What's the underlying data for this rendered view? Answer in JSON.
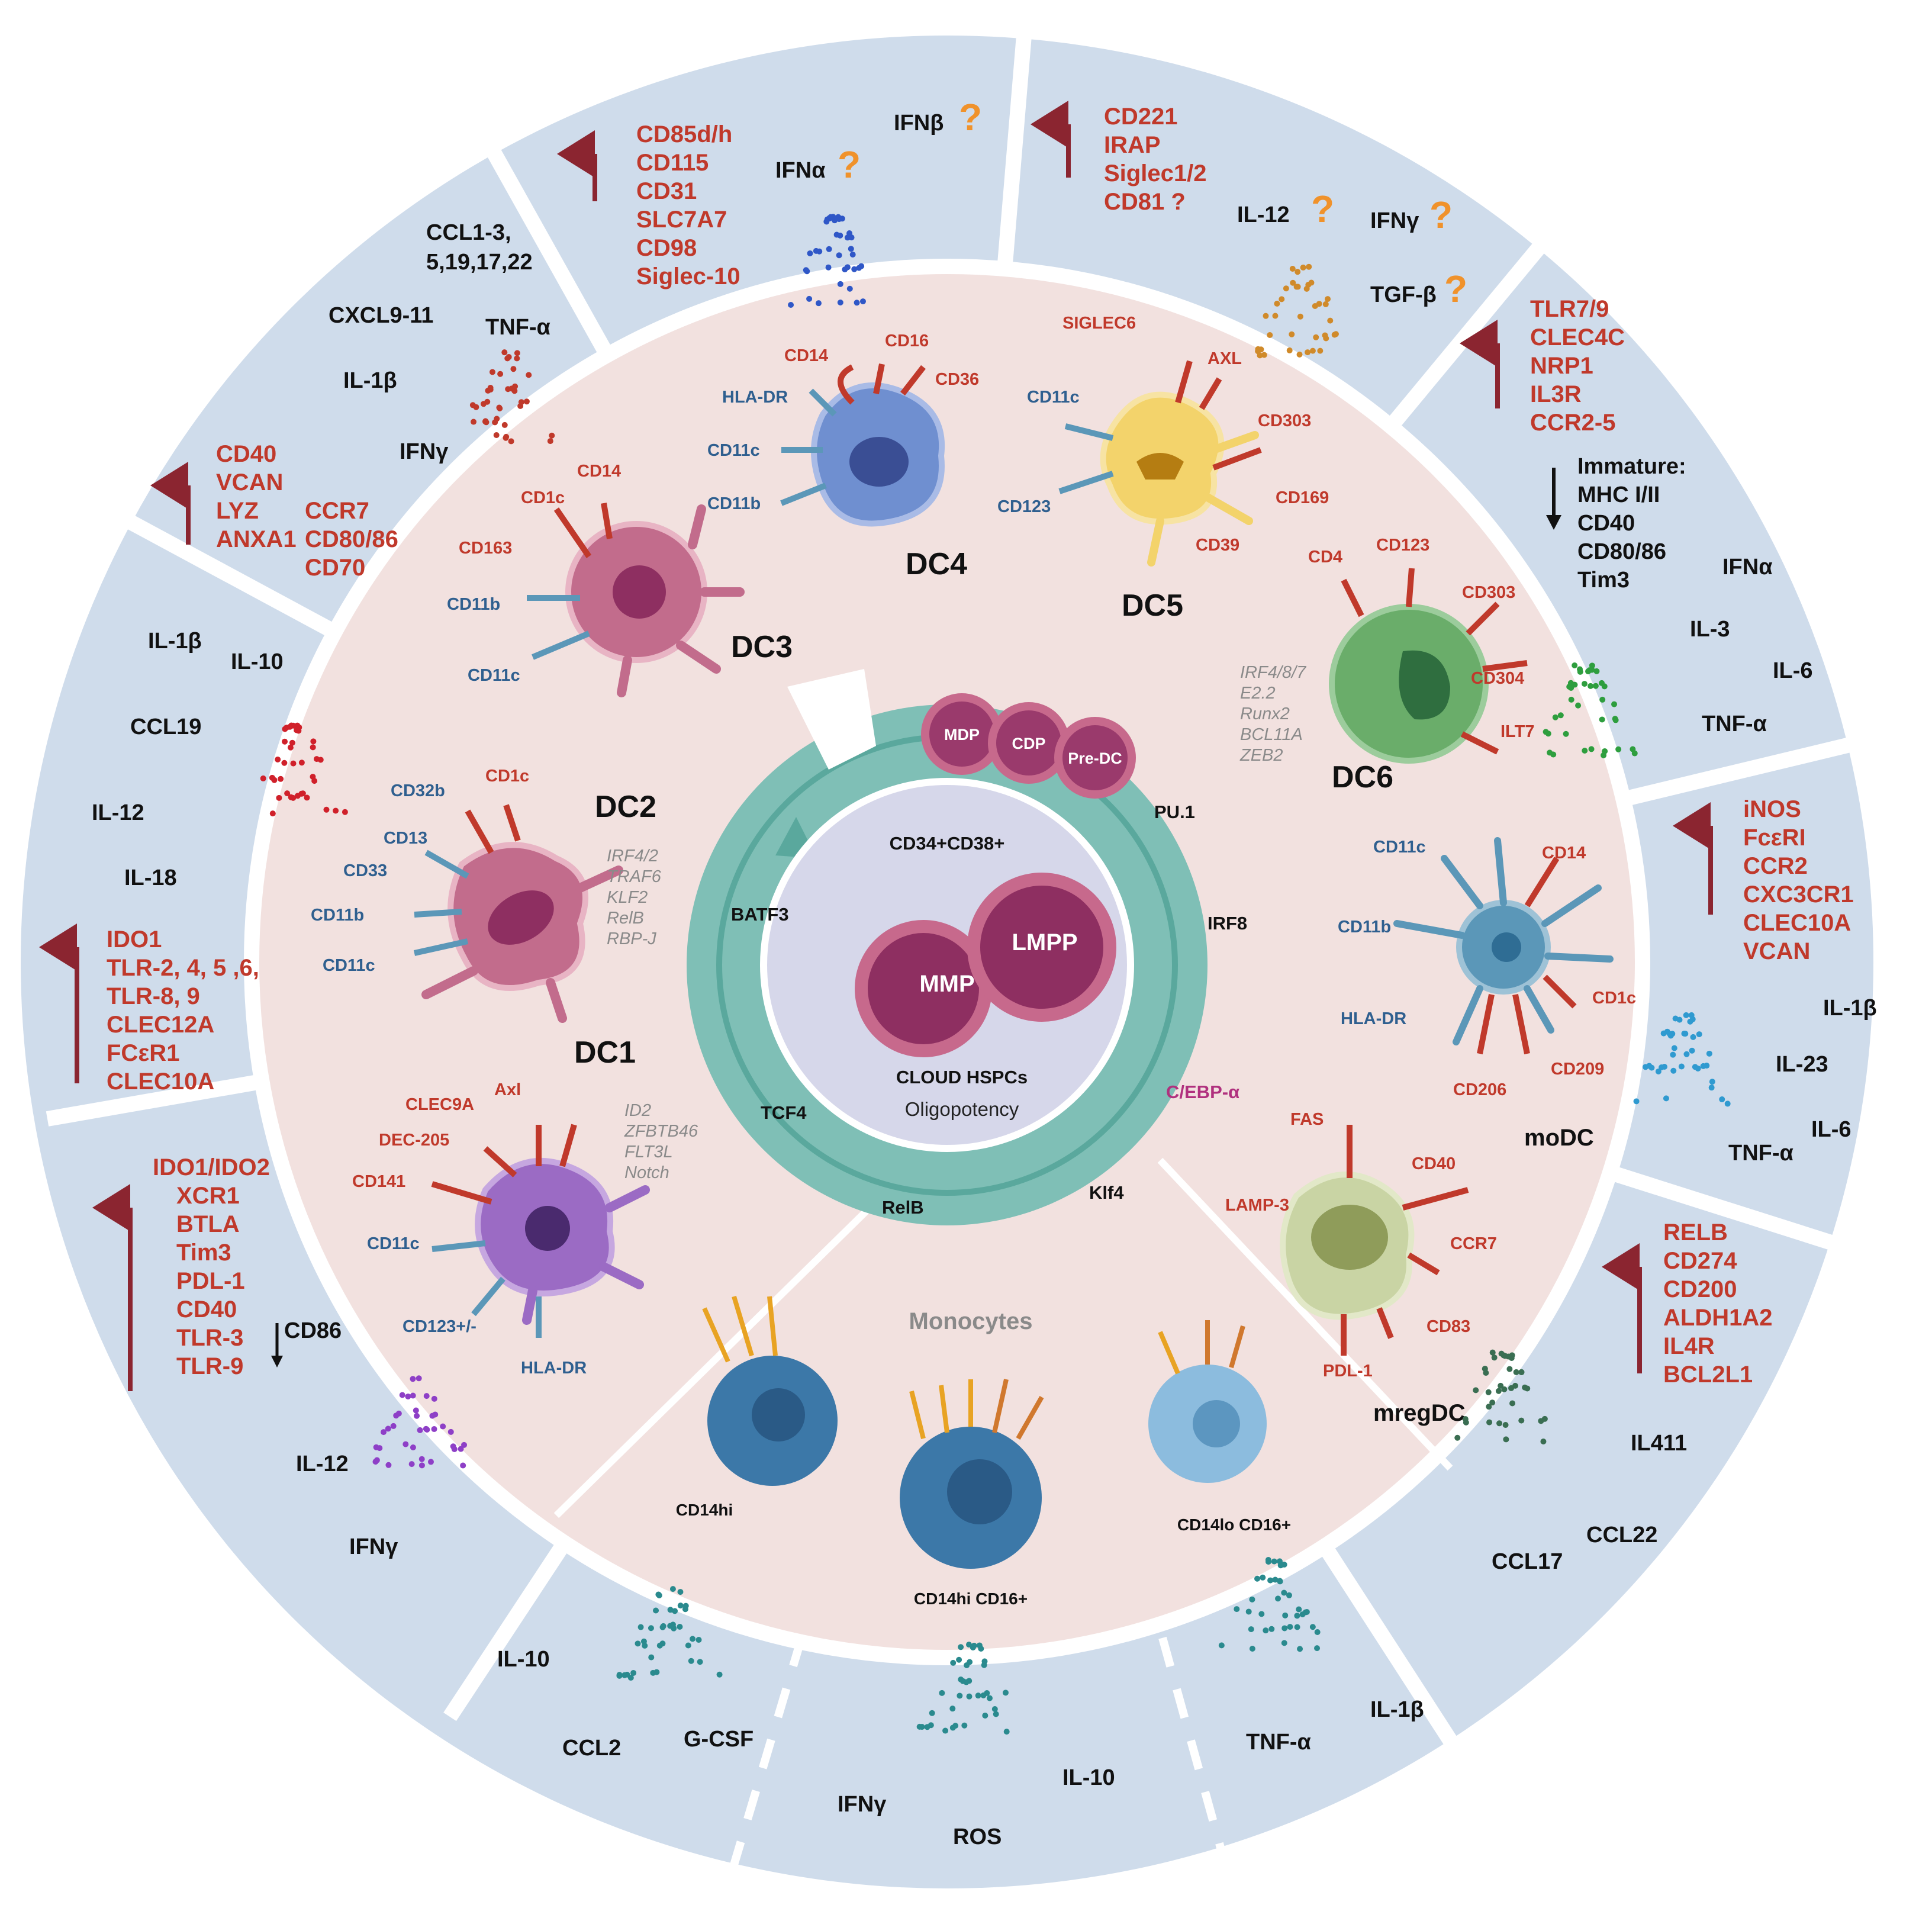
{
  "center": {
    "title": "CD34+CD38+",
    "progenitors": [
      "MMP",
      "LMPP"
    ],
    "caption": "CLOUD HSPCs",
    "subcaption": "Oligopotency"
  },
  "ring": {
    "precursors": [
      "MDP",
      "CDP",
      "Pre-DC"
    ],
    "factors": [
      "PU.1",
      "IRF8",
      "C/EBP-α",
      "Klf4",
      "RelB",
      "TCF4",
      "BATF3"
    ]
  },
  "cells": {
    "dc1": {
      "name": "DC1",
      "markers": [
        "CLEC9A",
        "Axl",
        "DEC-205",
        "CD141",
        "CD11c",
        "CD123+/-",
        "HLA-DR"
      ],
      "tfs": [
        "ID2",
        "ZFBTB46",
        "FLT3L",
        "Notch"
      ]
    },
    "dc2": {
      "name": "DC2",
      "markers": [
        "CD32b",
        "CD1c",
        "CD13",
        "CD33",
        "CD11b",
        "CD11c"
      ],
      "tfs": [
        "IRF4/2",
        "TRAF6",
        "KLF2",
        "RelB",
        "RBP-J"
      ]
    },
    "dc3": {
      "name": "DC3",
      "markers": [
        "CD14",
        "CD1c",
        "CD163",
        "CD11b",
        "CD11c"
      ]
    },
    "dc4": {
      "name": "DC4",
      "markers": [
        "CD14",
        "CD16",
        "CD36",
        "HLA-DR",
        "CD11c",
        "CD11b"
      ]
    },
    "dc5": {
      "name": "DC5",
      "markers": [
        "SIGLEC6",
        "AXL",
        "CD11c",
        "CD303",
        "CD123",
        "CD169",
        "CD39"
      ]
    },
    "dc6": {
      "name": "DC6",
      "markers": [
        "CD4",
        "CD123",
        "CD303",
        "CD304",
        "ILT7"
      ],
      "tfs": [
        "IRF4/8/7",
        "E2.2",
        "Runx2",
        "BCL11A",
        "ZEB2"
      ]
    },
    "modc": {
      "name": "moDC",
      "markers": [
        "CD11c",
        "CD14",
        "CD11b",
        "HLA-DR",
        "CD1c",
        "CD206",
        "CD209"
      ]
    },
    "mregdc": {
      "name": "mregDC",
      "markers": [
        "FAS",
        "CD40",
        "LAMP-3",
        "CCR7",
        "CD83",
        "PDL-1"
      ]
    },
    "monocytes": {
      "title": "Monocytes",
      "types": [
        "CD14hi",
        "CD14hi CD16+",
        "CD14lo CD16+"
      ]
    }
  },
  "outer": {
    "dc1": {
      "up": [
        "IDO1/IDO2",
        "XCR1",
        "BTLA",
        "Tim3",
        "PDL-1",
        "CD40",
        "TLR-3",
        "TLR-9"
      ],
      "down": [
        "CD86"
      ],
      "cytokines": [
        "IL-12",
        "IFNγ"
      ]
    },
    "dc2": {
      "up": [
        "IDO1",
        "TLR-2, 4, 5 ,6,",
        "TLR-8, 9",
        "CLEC12A",
        "FCεR1",
        "CLEC10A"
      ],
      "cytokines": [
        "IL-1β",
        "IL-10",
        "CCL19",
        "IL-12",
        "IL-18"
      ]
    },
    "dc3": {
      "up": [
        "CD40",
        "VCAN",
        "LYZ",
        "ANXA1"
      ],
      "up2": [
        "CCR7",
        "CD80/86",
        "CD70"
      ],
      "cytokines": [
        "CCL1-3,",
        "5,19,17,22",
        "CXCL9-11",
        "TNF-α",
        "IL-1β",
        "IFNγ"
      ]
    },
    "dc4": {
      "up": [
        "CD85d/h",
        "CD115",
        "CD31",
        "SLC7A7",
        "CD98",
        "Siglec-10"
      ],
      "cytokines": [
        "IFNβ",
        "IFNα"
      ],
      "unknown_mark": "?"
    },
    "dc5": {
      "up": [
        "CD221",
        "IRAP",
        "Siglec1/2",
        "CD81 ?"
      ],
      "cytokines": [
        "IL-12",
        "IFNγ",
        "TGF-β"
      ],
      "unknown_mark": "?"
    },
    "dc6": {
      "up": [
        "TLR7/9",
        "CLEC4C",
        "NRP1",
        "IL3R",
        "CCR2-5"
      ],
      "down": [
        "Immature:",
        "MHC I/II",
        "CD40",
        "CD80/86",
        "Tim3"
      ],
      "cytokines": [
        "IFNα",
        "IL-3",
        "IL-6",
        "TNF-α"
      ]
    },
    "modc": {
      "up": [
        "iNOS",
        "FcεRI",
        "CCR2",
        "CXC3CR1",
        "CLEC10A",
        "VCAN"
      ],
      "cytokines": [
        "IL-1β",
        "IL-23",
        "IL-6",
        "TNF-α"
      ]
    },
    "mregdc": {
      "up": [
        "RELB",
        "CD274",
        "CD200",
        "ALDH1A2",
        "IL4R",
        "BCL2L1"
      ],
      "cytokines": [
        "IL411",
        "CCL22",
        "CCL17"
      ]
    },
    "monocytes": {
      "cytokines": [
        "IL-10",
        "CCL2",
        "G-CSF",
        "IFNγ",
        "IL-10",
        "ROS",
        "TNF-α",
        "IL-1β"
      ]
    }
  },
  "colors": {
    "outer_ring": "#cfdceb",
    "middle_ring": "#f2e1df",
    "teal_ring": "#7fbfb6",
    "center": "#d6d7ea",
    "text_red": "#c0392b",
    "text_blue": "#2f5f8f",
    "arrow_red": "#8b2530"
  }
}
